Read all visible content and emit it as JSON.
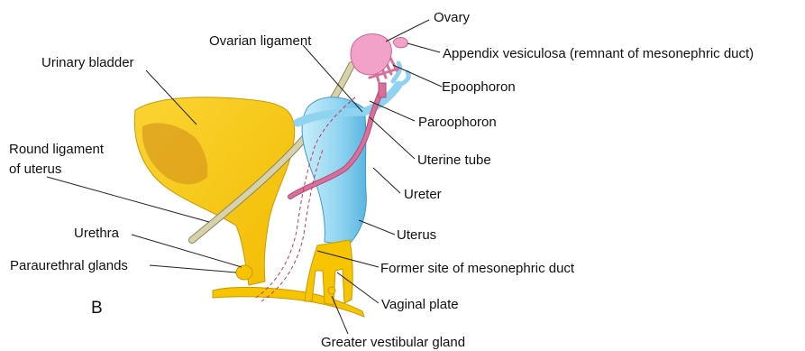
{
  "panel_letter": "B",
  "labels": {
    "ovary": "Ovary",
    "ovarian_ligament": "Ovarian ligament",
    "appendix_vesiculosa": "Appendix vesiculosa (remnant of mesonephric duct)",
    "urinary_bladder": "Urinary bladder",
    "epoophoron": "Epoophoron",
    "paroophoron": "Paroophoron",
    "round_ligament_line1": "Round ligament",
    "round_ligament_line2": "of uterus",
    "uterine_tube": "Uterine tube",
    "ureter": "Ureter",
    "urethra": "Urethra",
    "uterus": "Uterus",
    "paraurethral_glands": "Paraurethral glands",
    "former_site_mesonephric": "Former site of mesonephric duct",
    "vaginal_plate": "Vaginal plate",
    "greater_vestibular_gland": "Greater vestibular gland"
  },
  "colors": {
    "bladder_yellow": "#f6c400",
    "bladder_shade": "#d99a1c",
    "uterus_blue": "#8fd3f0",
    "uterus_light": "#c6ecfa",
    "ligament": "#d8d2a8",
    "pink": "#d9709a",
    "ovary_pink": "#f2a2c8"
  }
}
